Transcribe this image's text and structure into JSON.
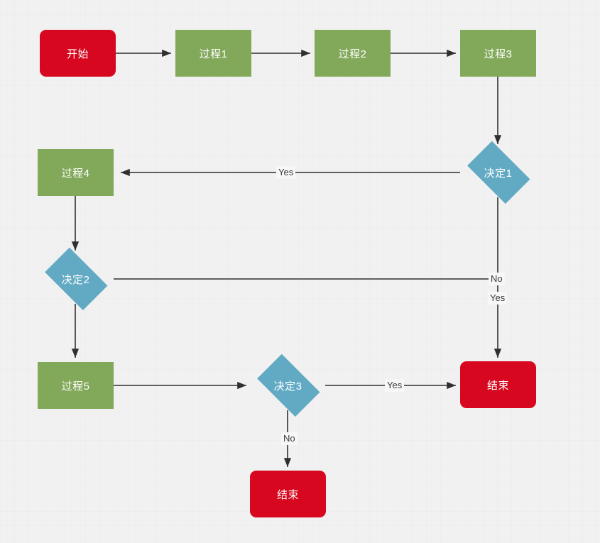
{
  "diagram": {
    "type": "flowchart",
    "title": "",
    "background_color": "#f1f1f1",
    "palette": {
      "terminal": "#d6071e",
      "process": "#82a85a",
      "decision": "#62aac4",
      "edge": "#2f2f2f",
      "label_text": "#3b3b3b",
      "node_text": "#ffffff"
    },
    "nodes": [
      {
        "id": "start",
        "label": "开始",
        "shape": "terminal"
      },
      {
        "id": "process1",
        "label": "过程1",
        "shape": "process"
      },
      {
        "id": "process2",
        "label": "过程2",
        "shape": "process"
      },
      {
        "id": "process3",
        "label": "过程3",
        "shape": "process"
      },
      {
        "id": "decision1",
        "label": "决定1",
        "shape": "decision"
      },
      {
        "id": "process4",
        "label": "过程4",
        "shape": "process"
      },
      {
        "id": "decision2",
        "label": "决定2",
        "shape": "decision"
      },
      {
        "id": "process5",
        "label": "过程5",
        "shape": "process"
      },
      {
        "id": "decision3",
        "label": "决定3",
        "shape": "decision"
      },
      {
        "id": "end1",
        "label": "结束",
        "shape": "terminal"
      },
      {
        "id": "end2",
        "label": "结束",
        "shape": "terminal"
      }
    ],
    "edges": [
      {
        "from": "start",
        "to": "process1",
        "label": ""
      },
      {
        "from": "process1",
        "to": "process2",
        "label": ""
      },
      {
        "from": "process2",
        "to": "process3",
        "label": ""
      },
      {
        "from": "process3",
        "to": "decision1",
        "label": ""
      },
      {
        "from": "decision1",
        "to": "process4",
        "label": "Yes"
      },
      {
        "from": "decision1",
        "to": "end1",
        "label": "Yes"
      },
      {
        "from": "process4",
        "to": "decision2",
        "label": ""
      },
      {
        "from": "decision2",
        "to": "end1",
        "label": "No"
      },
      {
        "from": "decision2",
        "to": "process5",
        "label": ""
      },
      {
        "from": "process5",
        "to": "decision3",
        "label": ""
      },
      {
        "from": "decision3",
        "to": "end1",
        "label": "Yes"
      },
      {
        "from": "decision3",
        "to": "end2",
        "label": "No"
      }
    ],
    "edge_labels": {
      "d1_to_p4": "Yes",
      "d2_to_end1": "No",
      "d1_to_end1": "Yes",
      "d3_to_end1": "Yes",
      "d3_to_end2": "No"
    }
  }
}
